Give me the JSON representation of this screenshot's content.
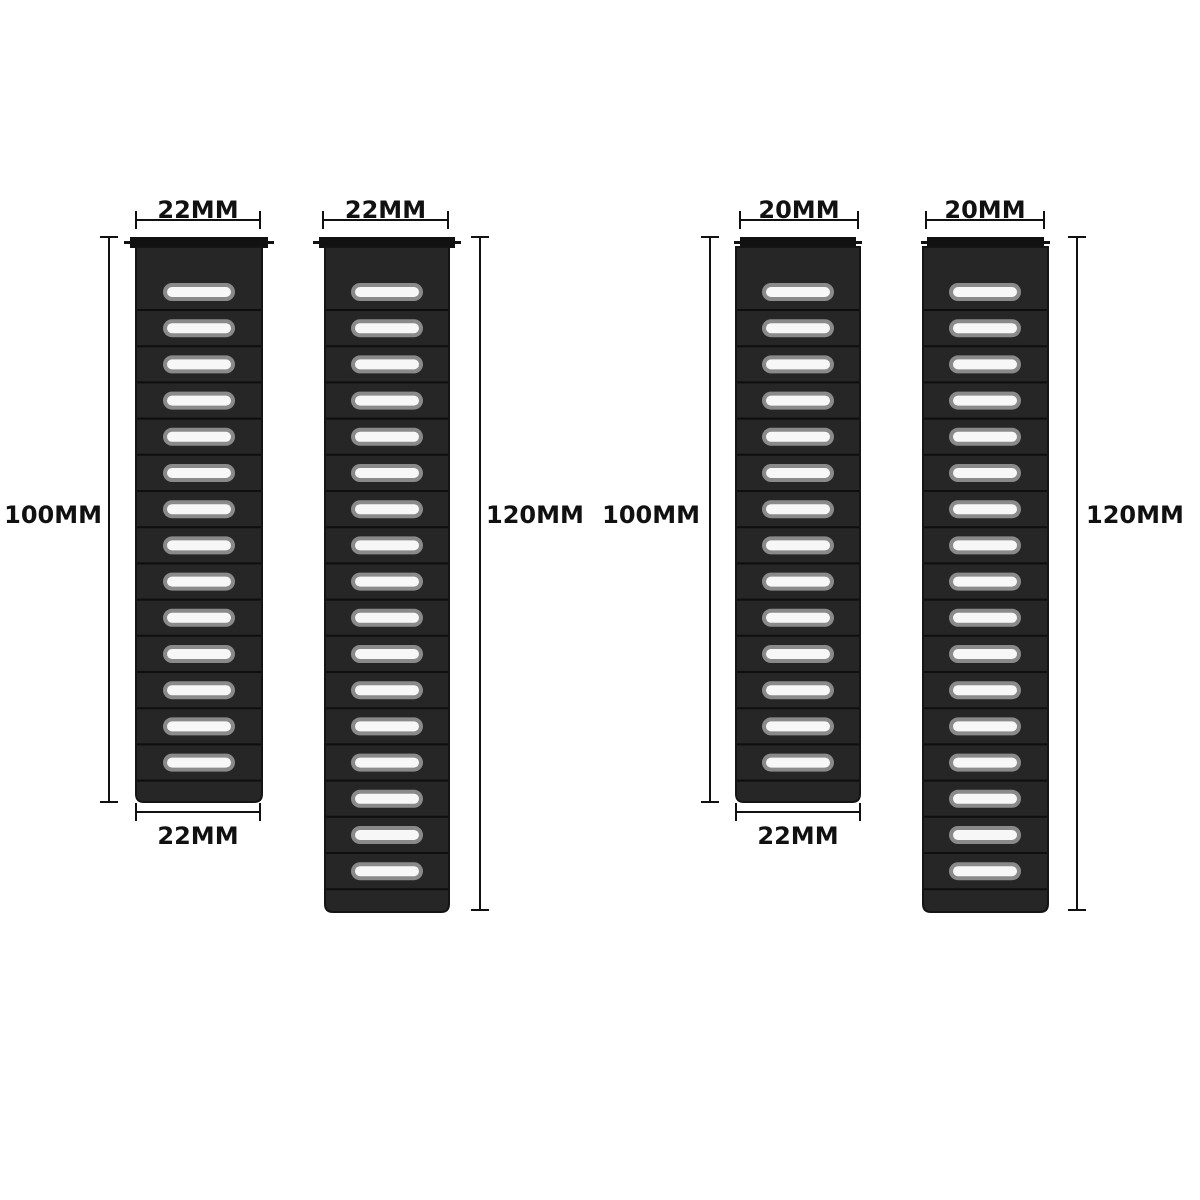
{
  "colors": {
    "band": "#262626",
    "band_edge": "#141414",
    "hole": "#f7f7f7",
    "hole_edge": "#8a8a8a",
    "dimension": "#111111"
  },
  "bands": [
    {
      "name": "band-22mm-short",
      "top_width_label": "22MM",
      "bottom_width_label": "22MM",
      "length_label": "100MM",
      "hole_count": 14
    },
    {
      "name": "band-22mm-long",
      "top_width_label": "22MM",
      "length_label": "120MM",
      "hole_count": 17
    },
    {
      "name": "band-20mm-short",
      "top_width_label": "20MM",
      "bottom_width_label": "22MM",
      "length_label": "100MM",
      "hole_count": 14
    },
    {
      "name": "band-20mm-long",
      "top_width_label": "20MM",
      "length_label": "120MM",
      "hole_count": 17
    }
  ]
}
